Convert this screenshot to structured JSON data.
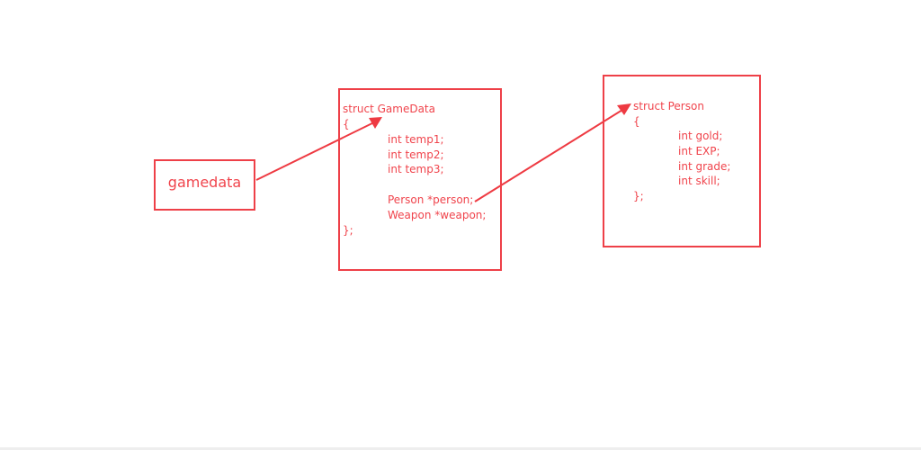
{
  "variable_box": {
    "label": "gamedata"
  },
  "gamedata_struct": {
    "header": "struct GameData",
    "open": "{",
    "fields": [
      "int temp1;",
      "int temp2;",
      "int temp3;",
      "",
      "Person *person;",
      "Weapon *weapon;"
    ],
    "close": "};"
  },
  "person_struct": {
    "header": "struct Person",
    "open": "{",
    "fields": [
      "int gold;",
      "int EXP;",
      "int grade;",
      "int skill;"
    ],
    "close": "};"
  },
  "colors": {
    "accent": "#f0444c"
  }
}
